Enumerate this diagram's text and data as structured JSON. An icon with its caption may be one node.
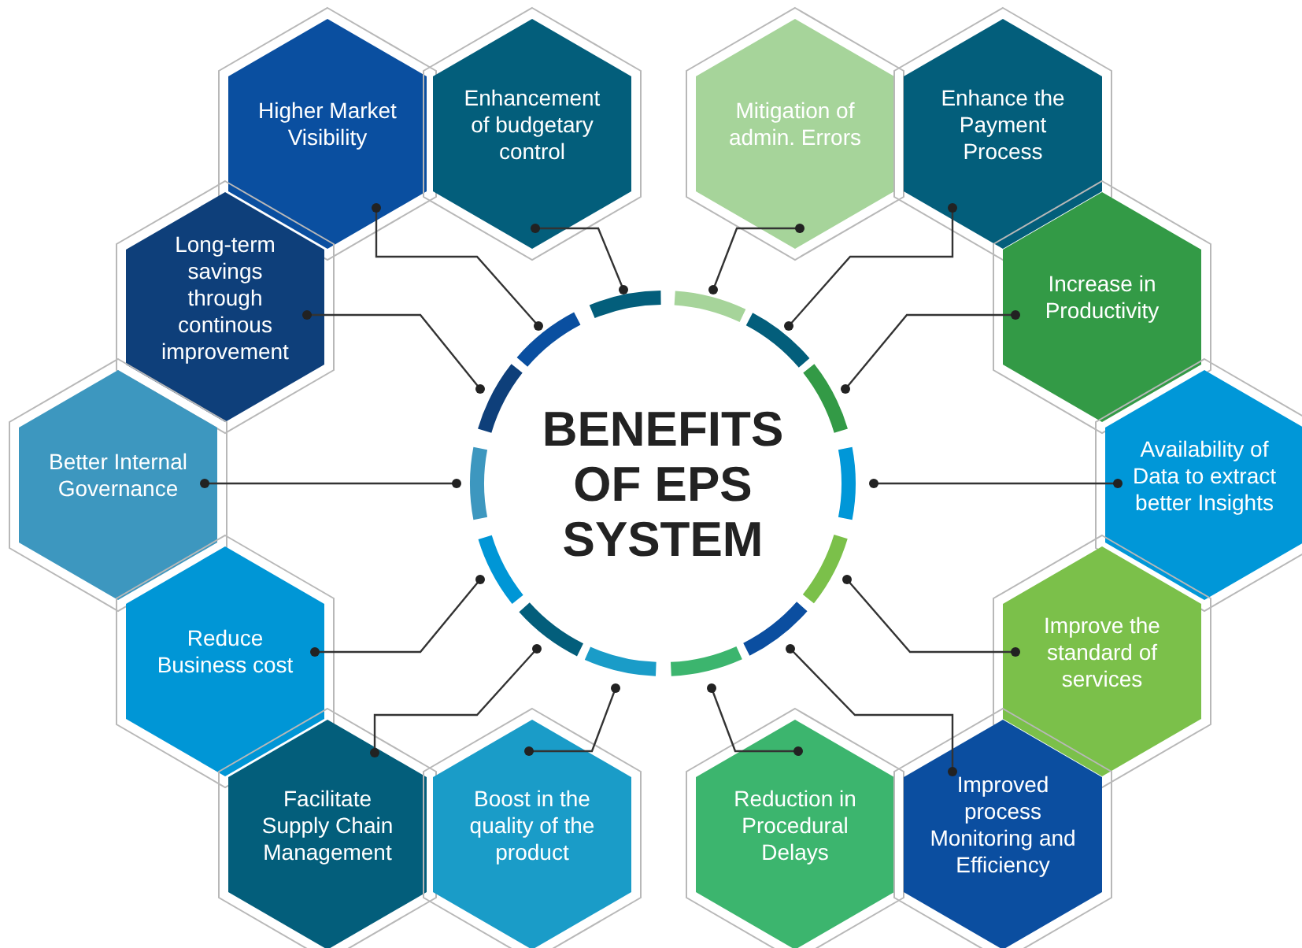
{
  "diagram": {
    "nodes": [
      {
        "text": [
          "BENEFITS OF EPS SYSTEM"
        ]
      },
      {
        "text": [
          "Higher Market Visibility"
        ]
      },
      {
        "text": [
          "Enhancement of budgetary control"
        ]
      },
      {
        "text": [
          "Mitigation of admin. Errors"
        ]
      },
      {
        "text": [
          "Enhance the Payment Process"
        ]
      },
      {
        "text": [
          "Long-term savings through continous improvement"
        ]
      },
      {
        "text": [
          "Increase in Productivity"
        ]
      },
      {
        "text": [
          "Better Internal Governance"
        ]
      },
      {
        "text": [
          "Availability of Data to extract better Insights"
        ]
      },
      {
        "text": [
          "Reduce Business cost"
        ]
      },
      {
        "text": [
          "Improve the standard of services"
        ]
      },
      {
        "text": [
          "Facilitate Supply Chain Management"
        ]
      },
      {
        "text": [
          "Boost in the quality of the product"
        ]
      },
      {
        "text": [
          "Reduction in Procedural Delays"
        ]
      },
      {
        "text": [
          "Improved process Monitoring and Efficiency"
        ]
      }
    ],
    "edges": [
      {
        "from": 1,
        "to": 0,
        "arrow": "other"
      },
      {
        "from": 2,
        "to": 0,
        "arrow": "other"
      },
      {
        "from": 3,
        "to": 0,
        "arrow": "other"
      },
      {
        "from": 4,
        "to": 0,
        "arrow": "other"
      },
      {
        "from": 5,
        "to": 0,
        "arrow": "other"
      },
      {
        "from": 6,
        "to": 0,
        "arrow": "other"
      },
      {
        "from": 7,
        "to": 0,
        "arrow": "other"
      },
      {
        "from": 8,
        "to": 0,
        "arrow": "other"
      },
      {
        "from": 9,
        "to": 0,
        "arrow": "other"
      },
      {
        "from": 10,
        "to": 0,
        "arrow": "other"
      },
      {
        "from": 11,
        "to": 0,
        "arrow": "other"
      },
      {
        "from": 12,
        "to": 0,
        "arrow": "other"
      },
      {
        "from": 13,
        "to": 0,
        "arrow": "other"
      },
      {
        "from": 14,
        "to": 0,
        "arrow": "other"
      }
    ]
  }
}
